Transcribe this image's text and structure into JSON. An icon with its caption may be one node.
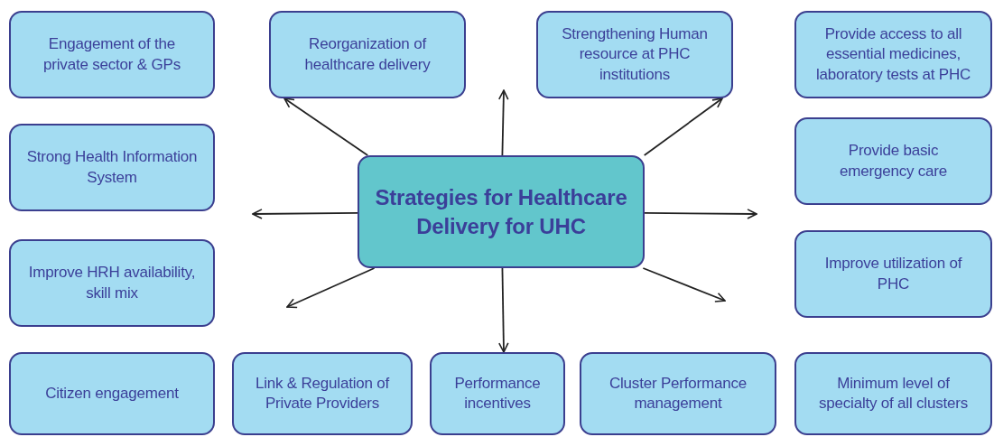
{
  "diagram": {
    "nodes": [
      {
        "text": [
          "Engagement of the private sector & GPs"
        ]
      },
      {
        "text": [
          "Reorganization of healthcare delivery"
        ]
      },
      {
        "text": [
          "Strengthening Human resource at PHC institutions"
        ]
      },
      {
        "text": [
          "Provide access to all essential medicines, laboratory tests at PHC"
        ]
      },
      {
        "text": [
          "Strong Health Information System"
        ]
      },
      {
        "text": [
          "Strategies for Healthcare Delivery for UHC"
        ]
      },
      {
        "text": [
          "Provide basic emergency care"
        ]
      },
      {
        "text": [
          "Improve HRH availability, skill mix"
        ]
      },
      {
        "text": [
          "Improve utilization of PHC"
        ]
      },
      {
        "text": [
          "Citizen engagement"
        ]
      },
      {
        "text": [
          "Link & Regulation of Private Providers"
        ]
      },
      {
        "text": [
          "Performance incentives"
        ]
      },
      {
        "text": [
          "Cluster Performance management"
        ]
      },
      {
        "text": [
          "Minimum level of specialty of all clusters"
        ]
      }
    ],
    "edges": [
      {
        "from": 5,
        "to": 1,
        "arrow": "to"
      },
      {
        "from": 5,
        "to": null,
        "arrow": "to"
      },
      {
        "from": 5,
        "to": 2,
        "arrow": "to"
      },
      {
        "from": 5,
        "to": null,
        "arrow": "to"
      },
      {
        "from": 5,
        "to": null,
        "arrow": "to"
      },
      {
        "from": 5,
        "to": null,
        "arrow": "to"
      },
      {
        "from": 5,
        "to": 11,
        "arrow": "to"
      },
      {
        "from": 5,
        "to": null,
        "arrow": "to"
      }
    ]
  }
}
